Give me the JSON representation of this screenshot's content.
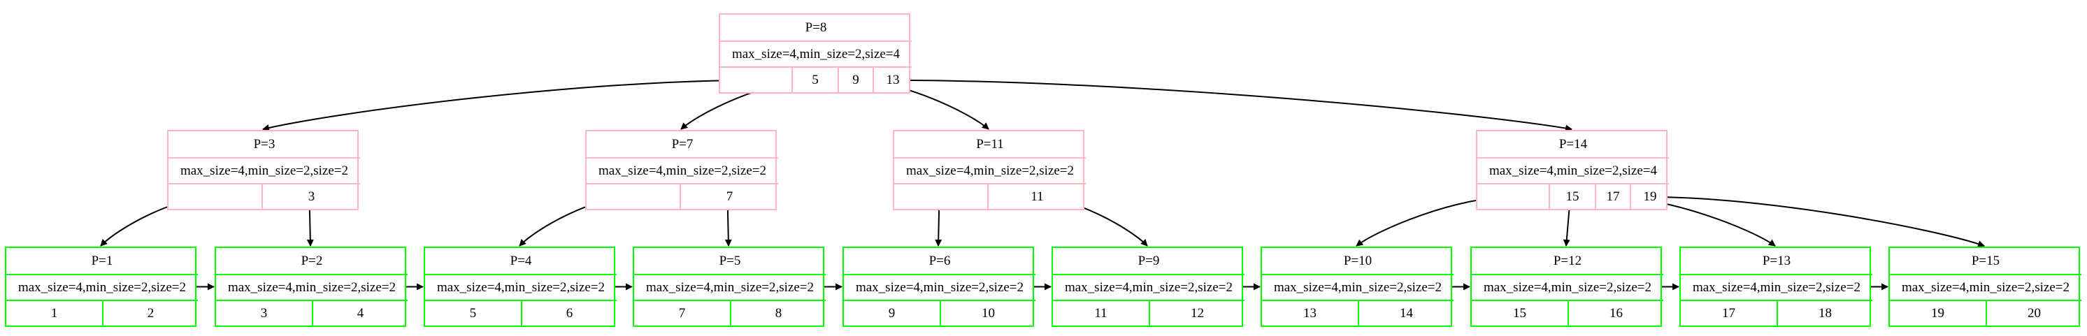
{
  "nodes": [
    {
      "id": "n8",
      "title": "P=8",
      "info": "max_size=4,min_size=2,size=4",
      "keys": [
        "",
        "5",
        "9",
        "13"
      ],
      "type": "internal"
    },
    {
      "id": "n3",
      "title": "P=3",
      "info": "max_size=4,min_size=2,size=2",
      "keys": [
        "",
        "3"
      ],
      "type": "internal"
    },
    {
      "id": "n7",
      "title": "P=7",
      "info": "max_size=4,min_size=2,size=2",
      "keys": [
        "",
        "7"
      ],
      "type": "internal"
    },
    {
      "id": "n11",
      "title": "P=11",
      "info": "max_size=4,min_size=2,size=2",
      "keys": [
        "",
        "11"
      ],
      "type": "internal"
    },
    {
      "id": "n14",
      "title": "P=14",
      "info": "max_size=4,min_size=2,size=4",
      "keys": [
        "",
        "15",
        "17",
        "19"
      ],
      "type": "internal"
    },
    {
      "id": "n1",
      "title": "P=1",
      "info": "max_size=4,min_size=2,size=2",
      "keys": [
        "1",
        "2"
      ],
      "type": "leaf"
    },
    {
      "id": "n2",
      "title": "P=2",
      "info": "max_size=4,min_size=2,size=2",
      "keys": [
        "3",
        "4"
      ],
      "type": "leaf"
    },
    {
      "id": "n4",
      "title": "P=4",
      "info": "max_size=4,min_size=2,size=2",
      "keys": [
        "5",
        "6"
      ],
      "type": "leaf"
    },
    {
      "id": "n5",
      "title": "P=5",
      "info": "max_size=4,min_size=2,size=2",
      "keys": [
        "7",
        "8"
      ],
      "type": "leaf"
    },
    {
      "id": "n6",
      "title": "P=6",
      "info": "max_size=4,min_size=2,size=2",
      "keys": [
        "9",
        "10"
      ],
      "type": "leaf"
    },
    {
      "id": "n9",
      "title": "P=9",
      "info": "max_size=4,min_size=2,size=2",
      "keys": [
        "11",
        "12"
      ],
      "type": "leaf"
    },
    {
      "id": "n10",
      "title": "P=10",
      "info": "max_size=4,min_size=2,size=2",
      "keys": [
        "13",
        "14"
      ],
      "type": "leaf"
    },
    {
      "id": "n12",
      "title": "P=12",
      "info": "max_size=4,min_size=2,size=2",
      "keys": [
        "15",
        "16"
      ],
      "type": "leaf"
    },
    {
      "id": "n13",
      "title": "P=13",
      "info": "max_size=4,min_size=2,size=2",
      "keys": [
        "17",
        "18"
      ],
      "type": "leaf"
    },
    {
      "id": "n15",
      "title": "P=15",
      "info": "max_size=4,min_size=2,size=2",
      "keys": [
        "19",
        "20"
      ],
      "type": "leaf"
    }
  ],
  "edges": [
    {
      "from": "n8",
      "key": 0,
      "to": "n3"
    },
    {
      "from": "n8",
      "key": 1,
      "to": "n7"
    },
    {
      "from": "n8",
      "key": 2,
      "to": "n11"
    },
    {
      "from": "n8",
      "key": 3,
      "to": "n14"
    },
    {
      "from": "n3",
      "key": 0,
      "to": "n1"
    },
    {
      "from": "n3",
      "key": 1,
      "to": "n2"
    },
    {
      "from": "n7",
      "key": 0,
      "to": "n4"
    },
    {
      "from": "n7",
      "key": 1,
      "to": "n5"
    },
    {
      "from": "n11",
      "key": 0,
      "to": "n6"
    },
    {
      "from": "n11",
      "key": 1,
      "to": "n9"
    },
    {
      "from": "n14",
      "key": 0,
      "to": "n10"
    },
    {
      "from": "n14",
      "key": 1,
      "to": "n12"
    },
    {
      "from": "n14",
      "key": 2,
      "to": "n13"
    },
    {
      "from": "n14",
      "key": 3,
      "to": "n15"
    }
  ],
  "leaf_links": [
    [
      "n1",
      "n2"
    ],
    [
      "n2",
      "n4"
    ],
    [
      "n4",
      "n5"
    ],
    [
      "n5",
      "n6"
    ],
    [
      "n6",
      "n9"
    ],
    [
      "n9",
      "n10"
    ],
    [
      "n10",
      "n12"
    ],
    [
      "n12",
      "n13"
    ],
    [
      "n13",
      "n15"
    ]
  ],
  "colors": {
    "internal_border": "#ffb6c1",
    "leaf_border": "#00ff00",
    "edge": "#000000"
  }
}
